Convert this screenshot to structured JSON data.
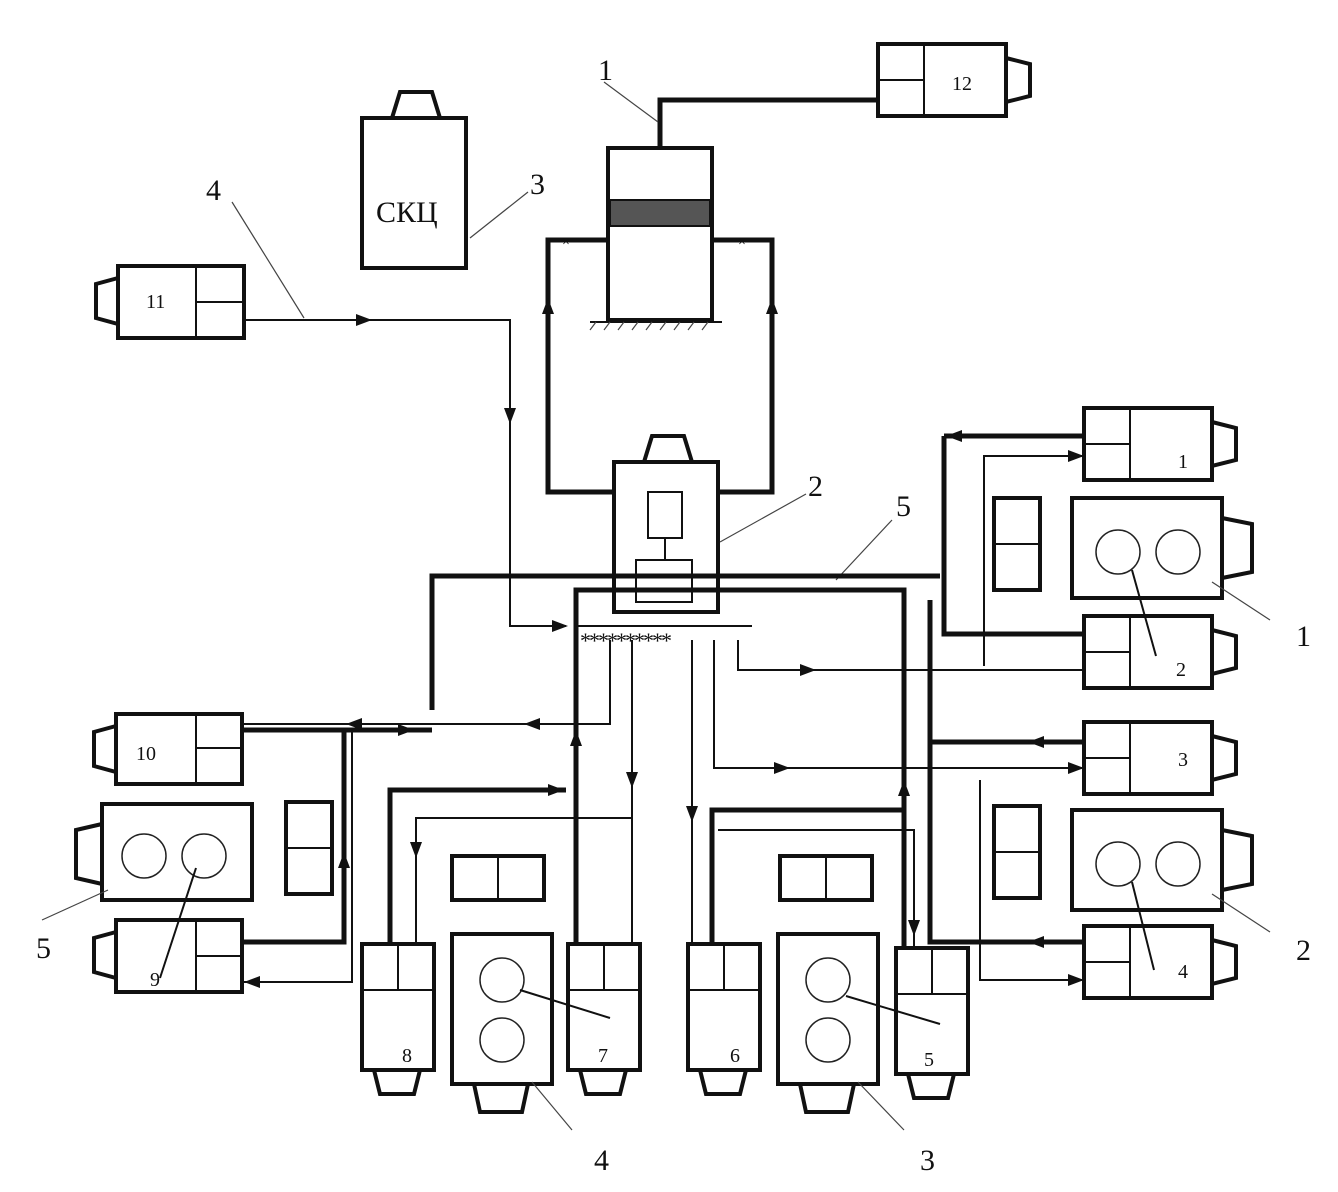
{
  "labels": {
    "skc": "СКЦ",
    "comp_12": "12",
    "comp_11": "11",
    "comp_10": "10",
    "comp_9": "9",
    "comp_8": "8",
    "comp_7": "7",
    "comp_6": "6",
    "comp_5": "5",
    "comp_4": "4",
    "comp_3": "3",
    "comp_2": "2",
    "comp_1": "1",
    "leader_1": "1",
    "leader_2": "2",
    "leader_3": "3",
    "leader_4": "4",
    "leader_5": "5",
    "machine_1": "1",
    "machine_2": "2",
    "machine_3": "3",
    "machine_4": "4",
    "machine_5": "5",
    "manifold": "**********"
  }
}
